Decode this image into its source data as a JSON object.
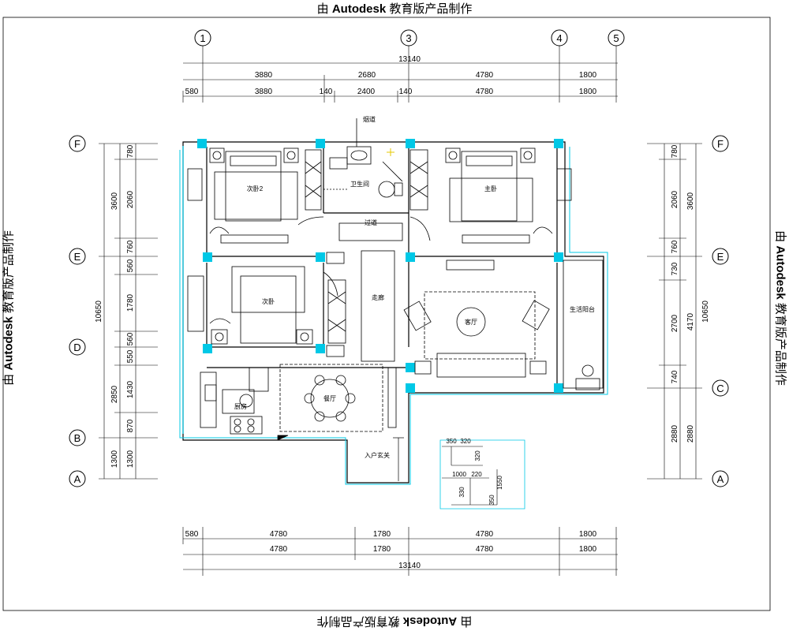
{
  "watermark": "由 Autodesk 教育版产品制作",
  "watermark_prefix": "由",
  "watermark_brand": "Autodesk",
  "watermark_suffix": "教育版产品制作",
  "axes": {
    "top": [
      "1",
      "3",
      "4",
      "5"
    ],
    "left": [
      "F",
      "E",
      "D",
      "B",
      "A"
    ],
    "right": [
      "F",
      "E",
      "C",
      "A"
    ]
  },
  "dims": {
    "top_total": "13140",
    "top_row1": [
      "3880",
      "2680",
      "4780",
      "1800"
    ],
    "top_row2": [
      "580",
      "3880",
      "140",
      "2400",
      "140",
      "4780",
      "1800"
    ],
    "bottom_row1": [
      "580",
      "4780",
      "1780",
      "4780",
      "1800"
    ],
    "bottom_row2": [
      "4780",
      "1780",
      "4780",
      "1800"
    ],
    "bottom_total": "13140",
    "left_outer": [
      "3600",
      "10650",
      "2850",
      "1300"
    ],
    "left_inner": [
      "780",
      "2060",
      "760",
      "560",
      "1780",
      "560",
      "550",
      "1430",
      "870",
      "1300"
    ],
    "right_inner": [
      "780",
      "2060",
      "760",
      "730",
      "2700",
      "740",
      "2880"
    ],
    "right_outer": [
      "3600",
      "4170",
      "10650",
      "2880"
    ],
    "detail": [
      "350",
      "320",
      "320",
      "1000",
      "220",
      "1550",
      "330",
      "350"
    ]
  },
  "rooms": {
    "bedroom2": "次卧2",
    "bathroom": "卫生间",
    "master": "主卧",
    "corridor": "过道",
    "bedroom": "次卧",
    "hall": "走廊",
    "living": "客厅",
    "balcony": "生活阳台",
    "kitchen": "厨房",
    "dining": "餐厅",
    "entry": "入户玄关",
    "plumbing": "烟道"
  },
  "colors": {
    "cyan": "#00c8e6",
    "line": "#000000"
  }
}
